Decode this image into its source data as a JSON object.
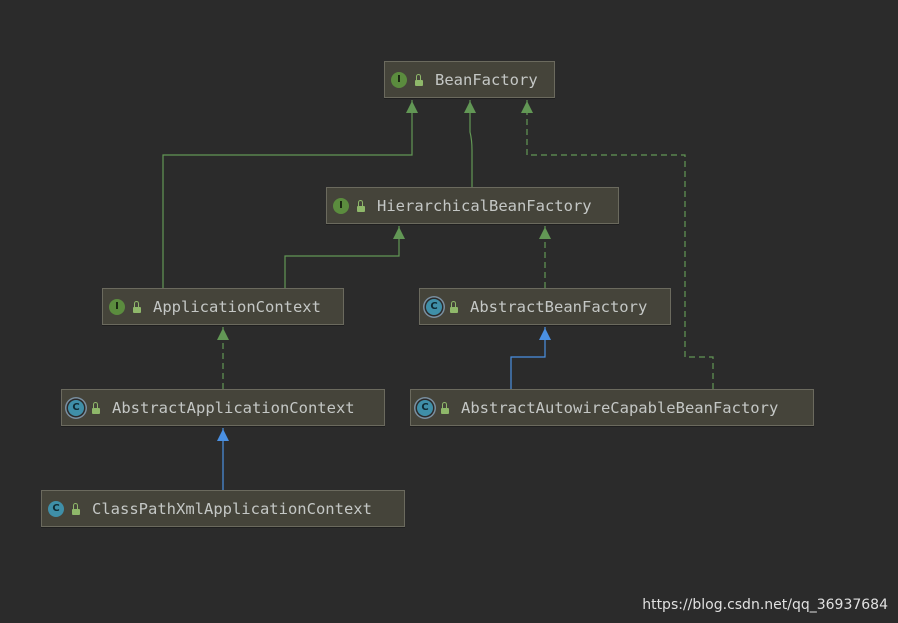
{
  "nodes": {
    "beanfactory": {
      "badge": "I",
      "label": "BeanFactory"
    },
    "hierarchical": {
      "badge": "I",
      "label": "HierarchicalBeanFactory"
    },
    "applicationcontext": {
      "badge": "I",
      "label": "ApplicationContext"
    },
    "abstractbeanfactory": {
      "badge": "C",
      "label": "AbstractBeanFactory"
    },
    "abstractapplicationcontext": {
      "badge": "C",
      "label": "AbstractApplicationContext"
    },
    "autowire": {
      "badge": "C",
      "label": "AbstractAutowireCapableBeanFactory"
    },
    "classpath": {
      "badge": "C",
      "label": "ClassPathXmlApplicationContext"
    }
  },
  "colors": {
    "interface_extends": "#629755",
    "class_extends": "#4a90e2",
    "node_bg": "#45443a",
    "background": "#2b2b2b"
  },
  "watermark": "https://blog.csdn.net/qq_36937684"
}
